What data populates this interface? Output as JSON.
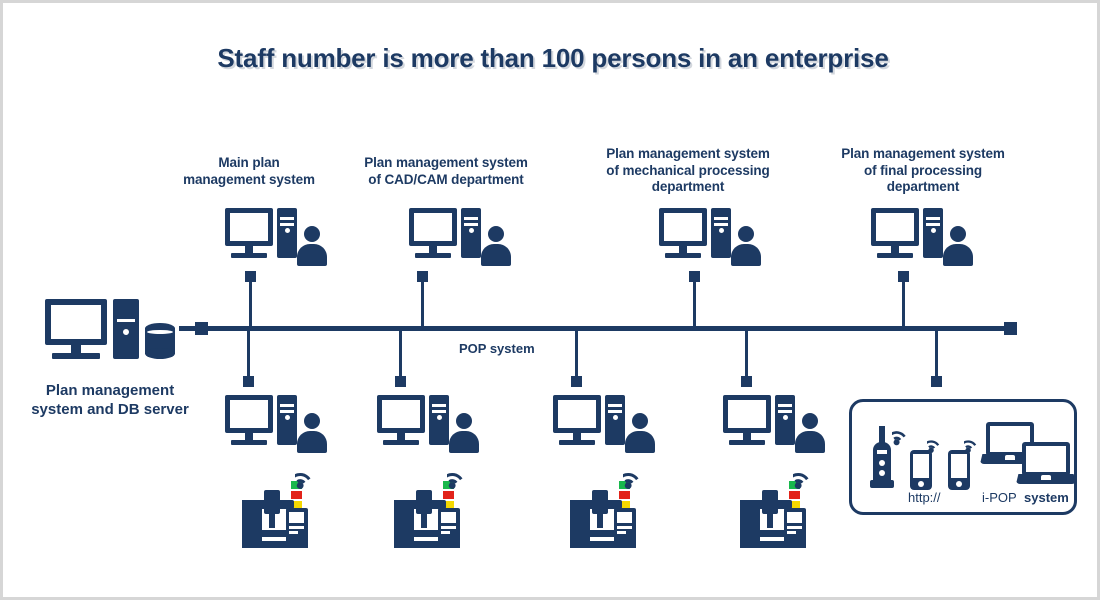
{
  "title": "Staff number is more than 100 persons in an enterprise",
  "colors": {
    "navy": "#1d3a63",
    "frame": "#d6d6d6",
    "background": "#ffffff",
    "lamp_green": "#19b84c",
    "lamp_red": "#e2231a",
    "lamp_yellow": "#f5d800"
  },
  "server": {
    "caption_line1": "Plan management",
    "caption_line2": "system and DB server",
    "icons": [
      "monitor-icon",
      "tower-pc-icon",
      "database-icon"
    ]
  },
  "bus": {
    "label": "POP system"
  },
  "top_nodes": [
    {
      "caption_line1": "Main plan",
      "caption_line2": "management system",
      "caption_line3": ""
    },
    {
      "caption_line1": "Plan management system",
      "caption_line2": "of CAD/CAM department",
      "caption_line3": ""
    },
    {
      "caption_line1": "Plan management system",
      "caption_line2": "of mechanical processing",
      "caption_line3": "department"
    },
    {
      "caption_line1": "Plan management system",
      "caption_line2": "of final processing",
      "caption_line3": "department"
    }
  ],
  "bottom_nodes": [
    {
      "name": "shop-floor-terminal-1"
    },
    {
      "name": "shop-floor-terminal-2"
    },
    {
      "name": "shop-floor-terminal-3"
    },
    {
      "name": "shop-floor-terminal-4"
    }
  ],
  "ipop": {
    "http_label": "http://",
    "system_label_1": "i-POP",
    "system_label_2": "system",
    "icons": [
      "cell-tower-icon",
      "smartphone-icon",
      "smartphone-icon",
      "laptop-icon",
      "laptop-icon",
      "wifi-icon"
    ]
  }
}
